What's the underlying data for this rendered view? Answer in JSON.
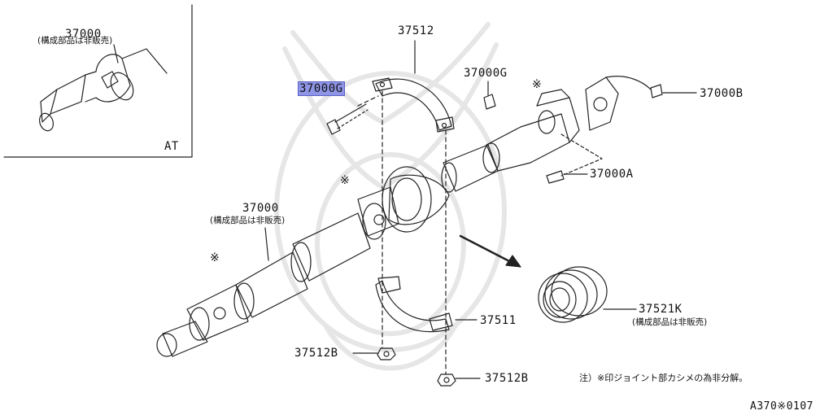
{
  "inset": {
    "part_number": "37000",
    "note": "(構成部品は非販売)",
    "variant_label": "AT"
  },
  "parts": {
    "center_bearing_upper_bracket": "37512",
    "bolt_left_highlighted": "37000G",
    "bolt_right": "37000G",
    "flange_nut": "37000B",
    "flange_bolt": "37000A",
    "propeller_shaft": "37000",
    "propeller_shaft_note": "(構成部品は非販売)",
    "center_bearing_lower_bracket": "37511",
    "nut_lower_left": "37512B",
    "nut_lower_right": "37512B",
    "center_bearing": "37521K",
    "center_bearing_note": "(構成部品は非販売)"
  },
  "joint_mark": "※",
  "footnote": "注）※印ジョイント部カシメの為非分解。",
  "diagram_code": "A370※0107",
  "colors": {
    "highlight": "#8f95e6",
    "line": "#222222",
    "watermark": "#e6e6e6"
  }
}
